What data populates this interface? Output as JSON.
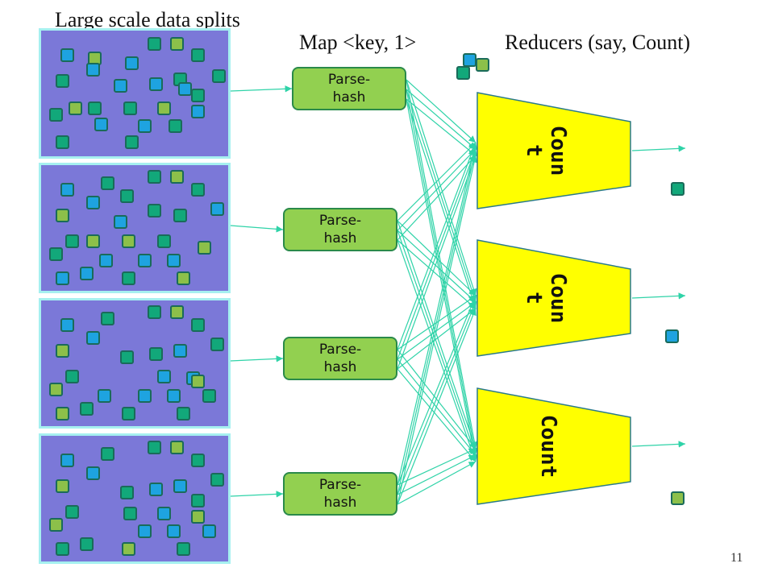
{
  "title": "Large scale data splits",
  "map_label": "Map <key, 1>",
  "reducers_label": "Reducers (say, Count)",
  "mapper_label": "Parse-\nhash",
  "reducer_labels": [
    [
      "Coun",
      "t"
    ],
    [
      "Coun",
      "t"
    ],
    [
      "Count"
    ]
  ],
  "page_number": "11",
  "colors": {
    "split_fill": "#7b78d8",
    "split_border": "#a6f0f0",
    "key_teal": "#12a87a",
    "key_blue": "#1ea3e0",
    "key_green": "#8cc04a",
    "mapper_fill": "#92d050",
    "reducer_fill": "#ffff00",
    "arrow": "#2fd3a8"
  },
  "splits": [
    {
      "keys": [
        "blue",
        "green",
        "teal",
        "green",
        "teal",
        "teal",
        "blue",
        "blue",
        "blue",
        "teal",
        "teal",
        "blue",
        "blue",
        "teal",
        "green",
        "teal",
        "teal",
        "green",
        "blue",
        "teal",
        "blue",
        "blue",
        "teal",
        "teal",
        "teal"
      ]
    },
    {
      "keys": [
        "blue",
        "teal",
        "teal",
        "green",
        "teal",
        "green",
        "blue",
        "teal",
        "teal",
        "teal",
        "blue",
        "blue",
        "teal",
        "green",
        "green",
        "teal",
        "green",
        "teal",
        "blue",
        "blue",
        "blue",
        "blue",
        "blue",
        "teal",
        "green",
        "teal",
        "teal"
      ]
    },
    {
      "keys": [
        "blue",
        "teal",
        "teal",
        "green",
        "teal",
        "green",
        "blue",
        "teal",
        "blue",
        "teal",
        "blue",
        "teal",
        "blue",
        "green",
        "green",
        "teal",
        "blue",
        "blue",
        "blue",
        "teal",
        "green",
        "teal",
        "teal",
        "teal",
        "teal"
      ]
    },
    {
      "keys": [
        "blue",
        "teal",
        "teal",
        "green",
        "teal",
        "green",
        "blue",
        "teal",
        "blue",
        "teal",
        "blue",
        "teal",
        "blue",
        "green",
        "teal",
        "green",
        "teal",
        "blue",
        "blue",
        "blue",
        "teal",
        "green",
        "teal",
        "teal",
        "teal"
      ]
    }
  ],
  "mapper_output_keys": [
    "blue",
    "teal",
    "green"
  ],
  "reducer_outputs": [
    "teal",
    "blue",
    "green"
  ]
}
